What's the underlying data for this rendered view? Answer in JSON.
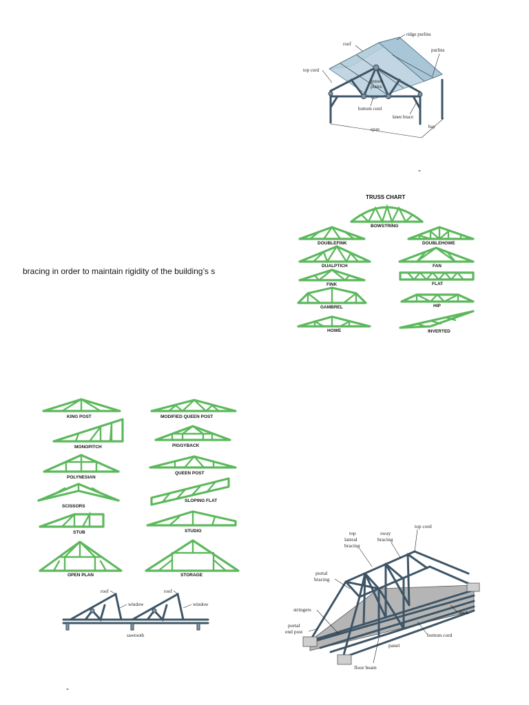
{
  "body_text": "bracing in order to maintain rigidity of the building’s s",
  "dash_marks": [
    "-",
    "-"
  ],
  "roof_truss_diagram": {
    "labels": {
      "roof": "roof",
      "ridge_purlins": "ridge purlins",
      "purlins": "purlins",
      "top_cord": "top cord",
      "gusset": "gusset",
      "plates": "plates",
      "bottom_cord": "bottom cord",
      "knee_brace": "knee brace",
      "span": "span",
      "bay": "bay"
    }
  },
  "truss_chart": {
    "title": "TRUSS CHART",
    "items": [
      "BOWSTRING",
      "DOUBLEFINK",
      "DOUBLEHOWE",
      "DUALPTICH",
      "FAN",
      "FINK",
      "FLAT",
      "GAMBREL",
      "HIP",
      "HOWE",
      "INVERTED"
    ]
  },
  "truss_types": {
    "items": [
      "KING POST",
      "MODIFIED QUEEN POST",
      "MONOPITCH",
      "PIGGYBACK",
      "POLYNESIAN",
      "QUEEN POST",
      "SCISSORS",
      "SLOPING FLAT",
      "STUB",
      "STUDIO",
      "OPEN PLAN",
      "STORAGE"
    ]
  },
  "sawtooth_diagram": {
    "labels": {
      "roof_1": "roof",
      "roof_2": "roof",
      "window_1": "window",
      "window_2": "window",
      "sawtooth": "sawtooth"
    }
  },
  "bridge_truss_diagram": {
    "labels": {
      "top_lateral_bracing": [
        "top",
        "lateral",
        "bracing"
      ],
      "sway_bracing": [
        "sway",
        "bracing"
      ],
      "top_cord": "top cord",
      "portal_bracing": [
        "portal",
        "bracing"
      ],
      "stringers": "stringers",
      "portal_end_post": [
        "portal",
        "end post"
      ],
      "deck": "deck",
      "bottom_cord": "bottom cord",
      "panel": "panel",
      "floor_beam": "floor beam"
    }
  },
  "colors": {
    "truss_green": "#5cb85c",
    "steel": "#3e5566",
    "roof_blue": "#a9c6d8"
  }
}
